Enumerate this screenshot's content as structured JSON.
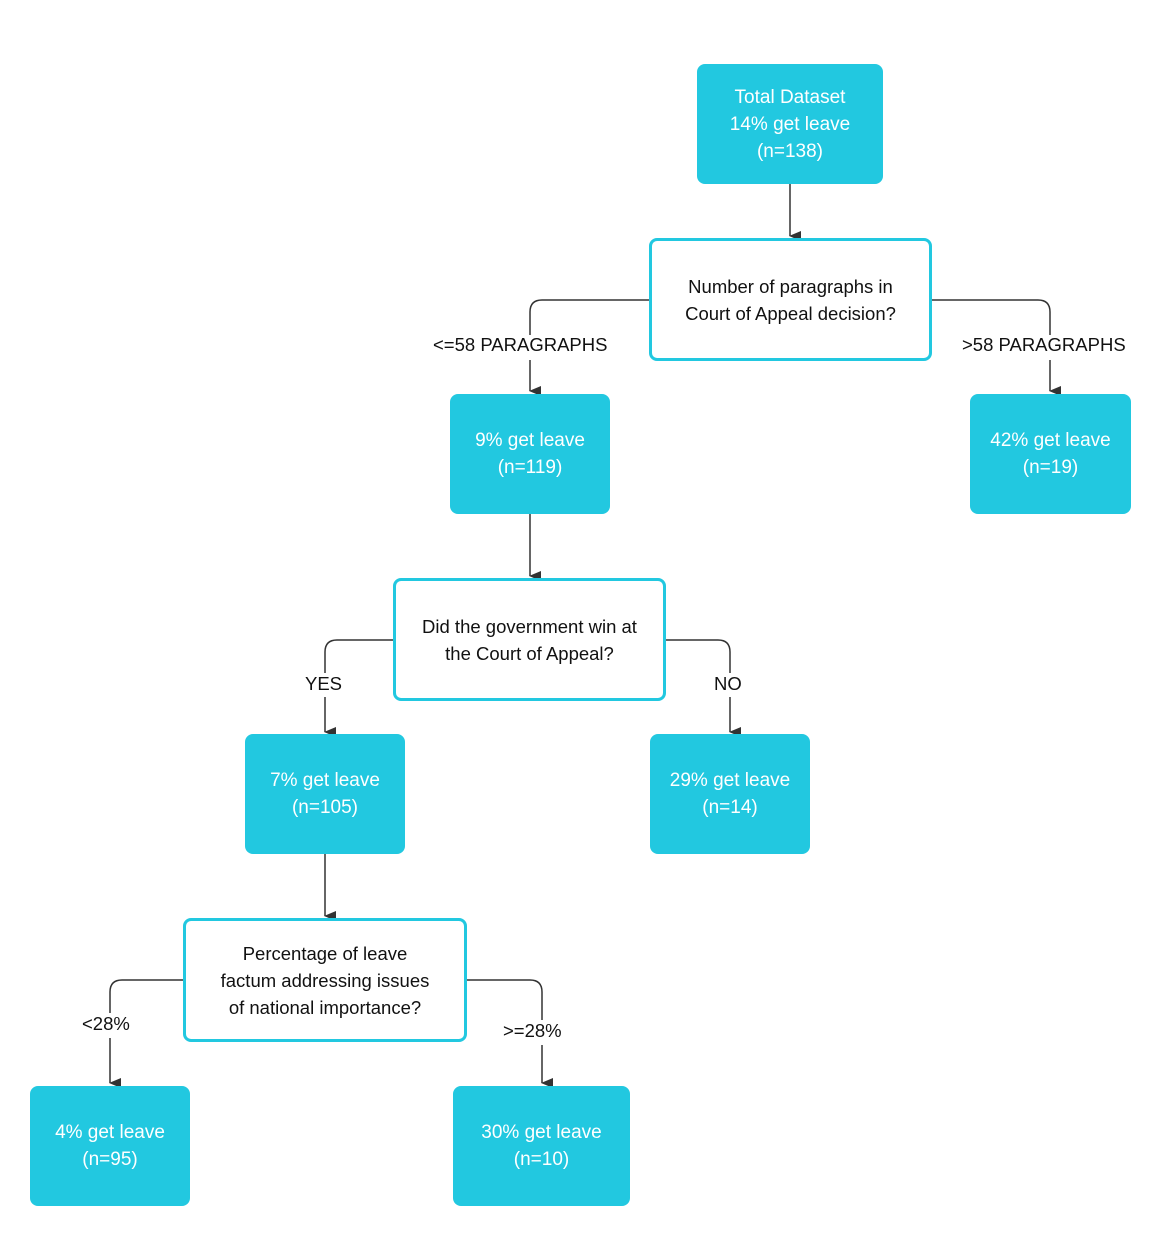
{
  "colors": {
    "accent": "#22c8e0",
    "line": "#333333",
    "text": "#111111"
  },
  "nodes": {
    "root": {
      "line1": "Total Dataset",
      "line2": "14% get leave",
      "line3": "(n=138)"
    },
    "q_paragraphs": {
      "line1": "Number of paragraphs in",
      "line2": "Court of Appeal decision?"
    },
    "le58": {
      "line1": "9% get leave",
      "line2": "(n=119)"
    },
    "gt58": {
      "line1": "42% get leave",
      "line2": "(n=19)"
    },
    "q_government": {
      "line1": "Did the government win at",
      "line2": "the Court of Appeal?"
    },
    "yes": {
      "line1": "7% get leave",
      "line2": "(n=105)"
    },
    "no": {
      "line1": "29% get leave",
      "line2": "(n=14)"
    },
    "q_factum": {
      "line1": "Percentage of leave",
      "line2": "factum addressing issues",
      "line3": "of national importance?"
    },
    "lt28": {
      "line1": "4% get leave",
      "line2": "(n=95)"
    },
    "ge28": {
      "line1": "30% get leave",
      "line2": "(n=10)"
    }
  },
  "edges": {
    "le58_label": "<=58 PARAGRAPHS",
    "gt58_label": ">58 PARAGRAPHS",
    "yes_label": "YES",
    "no_label": "NO",
    "lt28_label": "<28%",
    "ge28_label": ">=28%"
  }
}
